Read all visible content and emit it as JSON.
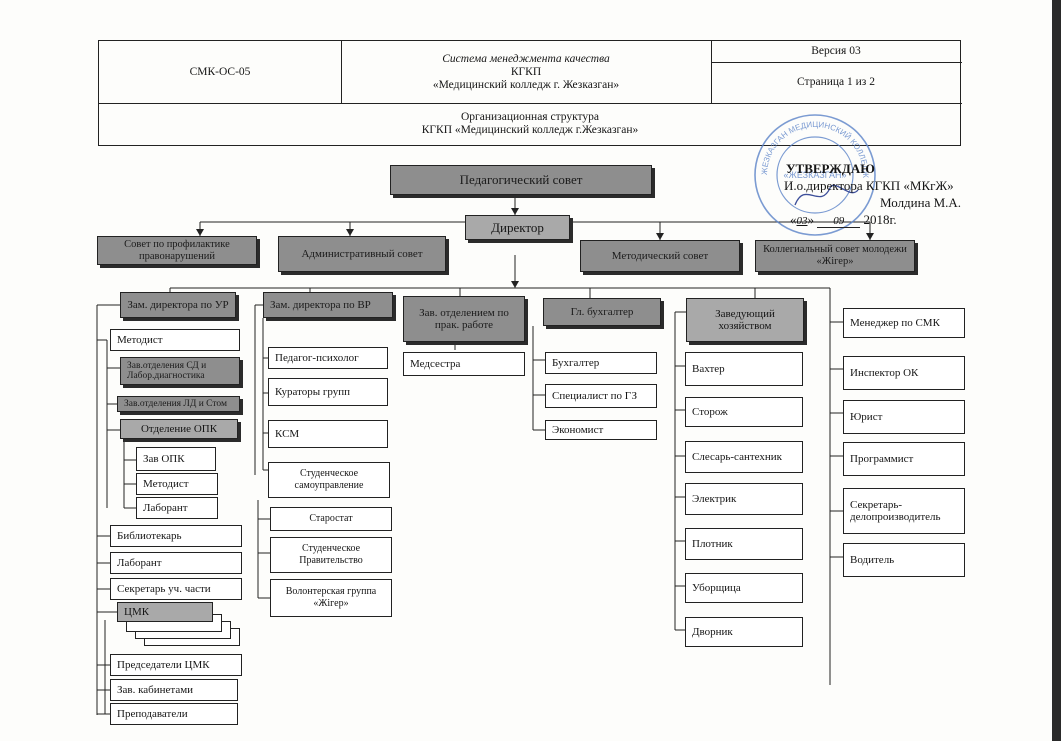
{
  "header": {
    "code": "СМК-ОС-05",
    "system_line1": "Система менеджмента качества",
    "system_line2": "КГКП",
    "system_line3": "«Медицинский колледж г. Жезказган»",
    "version": "Версия 03",
    "page": "Страница 1 из 2",
    "structure_line1": "Организационная структура",
    "structure_line2": "КГКП «Медицинский колледж г.Жезказган»"
  },
  "approval": {
    "title": "УТВЕРЖДАЮ",
    "position": "И.о.директора КГКП «МКгЖ»",
    "name": "Молдина М.А.",
    "date_prefix": "«",
    "date_day": "03",
    "date_mid": "»",
    "date_month": "09",
    "date_year": "2018г."
  },
  "stamp": {
    "ring_text": "ЖЕЗКАЗГАН МЕДИЦИНСКИЙ КОЛЛЕДЖ",
    "center_text": "«ЖЕЗКАЗГАН»"
  },
  "org": {
    "ped_council": "Педагогический совет",
    "director": "Директор",
    "council_prof": "Совет по профилактике правонарушений",
    "admin_council": "Административный совет",
    "method_council": "Методический совет",
    "collegial_council": "Коллегиальный совет молодежи «Жігер»",
    "col1": {
      "head": "Зам. директора по УР",
      "items": [
        "Методист",
        "Зав.отделения СД и Лабор.диагностика",
        "Зав.отделения ЛД и Стом",
        "Отделение ОПК",
        "Зав ОПК",
        "Методист",
        "Лаборант",
        "Библиотекарь",
        "Лаборант",
        "Секретарь уч. части",
        "ЦМК",
        "Председатели ЦМК",
        "Зав. кабинетами",
        "Преподаватели"
      ]
    },
    "col2": {
      "head": "Зам. директора по ВР",
      "items": [
        "Педагог-психолог",
        "Кураторы групп",
        "КСМ",
        "Студенческое самоуправление",
        "Старостат",
        "Студенческое Правительство",
        "Волонтерская группа «Жігер»"
      ]
    },
    "col3": {
      "head": "Зав. отделением по прак. работе",
      "items": [
        "Медсестра"
      ]
    },
    "col4": {
      "head": "Гл. бухгалтер",
      "items": [
        "Бухгалтер",
        "Специалист по ГЗ",
        "Экономист"
      ]
    },
    "col5": {
      "head": "Заведующий хозяйством",
      "items": [
        "Вахтер",
        "Сторож",
        "Слесарь-сантехник",
        "Электрик",
        "Плотник",
        "Уборщица",
        "Дворник"
      ]
    },
    "col6": {
      "items": [
        "Менеджер по СМК",
        "Инспектор ОК",
        "Юрист",
        "Программист",
        "Секретарь-делопроизводитель",
        "Водитель"
      ]
    }
  }
}
